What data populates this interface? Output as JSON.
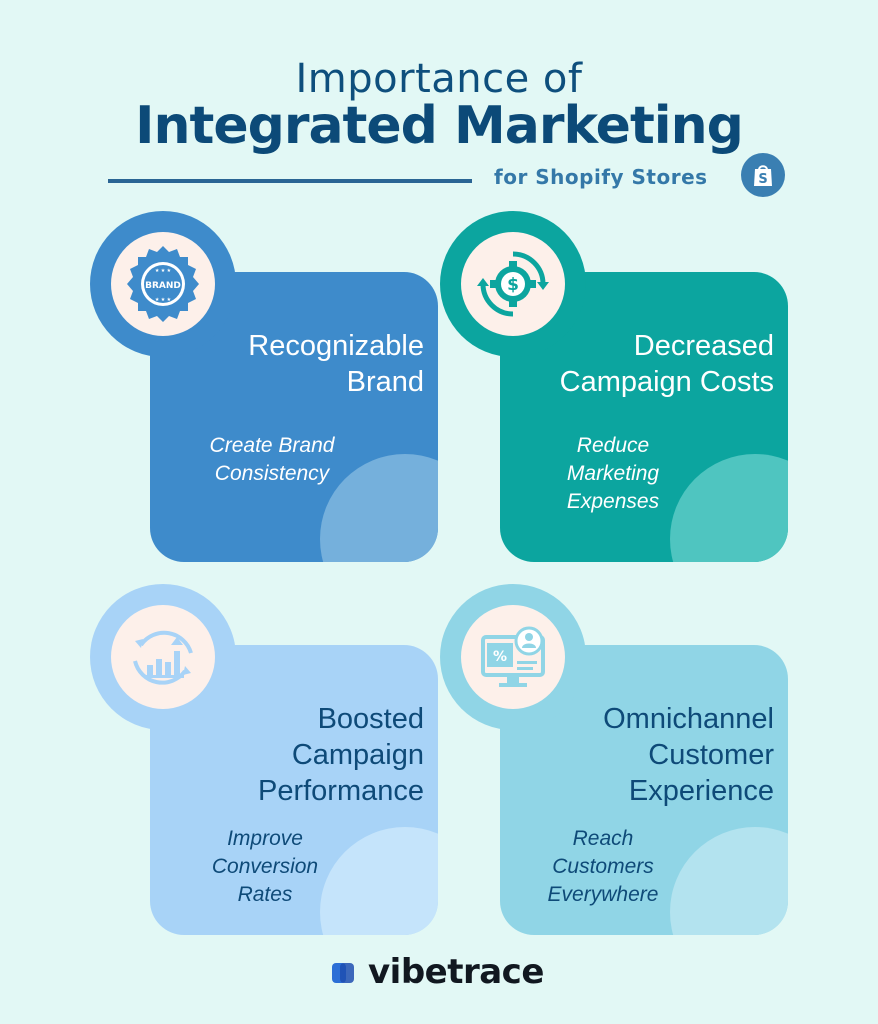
{
  "header": {
    "title_top": "Importance of",
    "title_main": "Integrated Marketing",
    "subtitle": "for Shopify Stores",
    "shopify_icon": "shopify-bag-icon"
  },
  "cards": [
    {
      "title_line1": "Recognizable",
      "title_line2": "Brand",
      "title_line3": "",
      "sub_line1": "Create Brand",
      "sub_line2": "Consistency",
      "sub_line3": "",
      "icon": "brand-badge-icon",
      "badge_text": "BRAND"
    },
    {
      "title_line1": "Decreased",
      "title_line2": "Campaign Costs",
      "title_line3": "",
      "sub_line1": "Reduce",
      "sub_line2": "Marketing",
      "sub_line3": "Expenses",
      "icon": "dollar-gear-cycle-icon"
    },
    {
      "title_line1": "Boosted",
      "title_line2": "Campaign",
      "title_line3": "Performance",
      "sub_line1": "Improve",
      "sub_line2": "Conversion",
      "sub_line3": "Rates",
      "icon": "growth-chart-cycle-icon"
    },
    {
      "title_line1": "Omnichannel",
      "title_line2": "Customer",
      "title_line3": "Experience",
      "sub_line1": "Reach",
      "sub_line2": "Customers",
      "sub_line3": "Everywhere",
      "icon": "monitor-customer-icon"
    }
  ],
  "footer": {
    "brand": "vibetrace",
    "logo_icon": "vibetrace-logo-icon"
  },
  "colors": {
    "background": "#e2f8f5",
    "navy": "#0c4a78",
    "blue": "#3e8bcb",
    "teal": "#0ca59f",
    "light_blue": "#a8d3f7",
    "aqua": "#90d5e6"
  }
}
